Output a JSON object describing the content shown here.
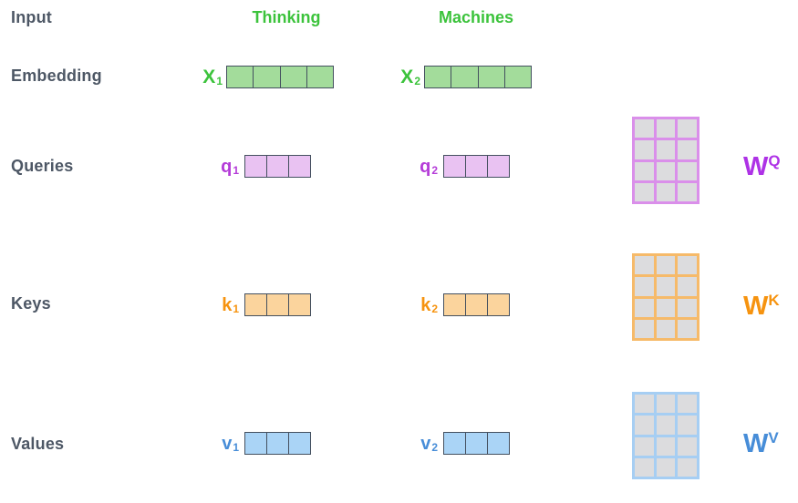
{
  "row_labels": {
    "input": "Input",
    "embedding": "Embedding",
    "queries": "Queries",
    "keys": "Keys",
    "values": "Values"
  },
  "tokens": [
    {
      "word": "Thinking",
      "embedding": {
        "base": "X",
        "sub": "1",
        "cells": 4
      },
      "query": {
        "base": "q",
        "sub": "1",
        "cells": 3
      },
      "key": {
        "base": "k",
        "sub": "1",
        "cells": 3
      },
      "value": {
        "base": "v",
        "sub": "1",
        "cells": 3
      }
    },
    {
      "word": "Machines",
      "embedding": {
        "base": "X",
        "sub": "2",
        "cells": 4
      },
      "query": {
        "base": "q",
        "sub": "2",
        "cells": 3
      },
      "key": {
        "base": "k",
        "sub": "2",
        "cells": 3
      },
      "value": {
        "base": "v",
        "sub": "2",
        "cells": 3
      }
    }
  ],
  "weight_matrices": [
    {
      "base": "W",
      "sup": "Q",
      "rows": 4,
      "cols": 3
    },
    {
      "base": "W",
      "sup": "K",
      "rows": 4,
      "cols": 3
    },
    {
      "base": "W",
      "sup": "V",
      "rows": 4,
      "cols": 3
    }
  ],
  "colors": {
    "green_label": "#3cc33c",
    "green_fill": "#a3dc9b",
    "vector_border": "#44505f",
    "purple_label": "#b43bd8",
    "purple_fill": "#e9c2f2",
    "purple_border": "#da8fea",
    "purple_w": "#ae32e6",
    "orange_label": "#f6930f",
    "orange_fill": "#fbd49d",
    "orange_border": "#f6ba6a",
    "orange_w": "#f6930f",
    "blue_label": "#478dd8",
    "blue_fill": "#aad4f6",
    "blue_border": "#a6cef3",
    "blue_w": "#478dd8",
    "matrix_cell": "#dcdcde",
    "row_label": "#4d5765"
  }
}
